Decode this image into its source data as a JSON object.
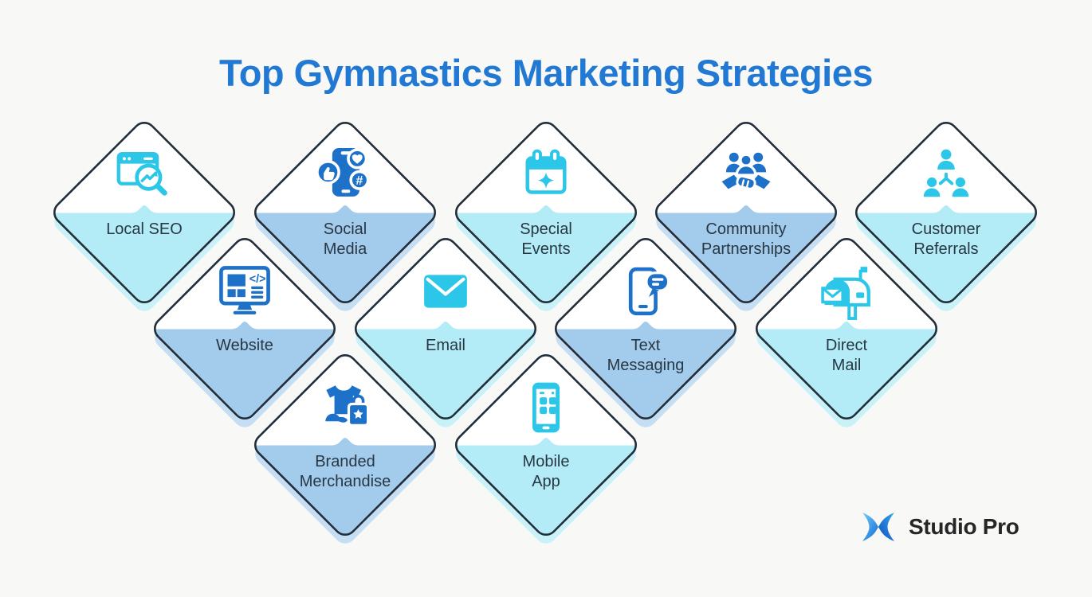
{
  "title": "Top Gymnastics Marketing Strategies",
  "brand": {
    "name": "Studio Pro"
  },
  "colors": {
    "background": "#f8f8f6",
    "title_blue": "#2279d3",
    "outline_navy": "#222e3a",
    "label_text": "#273744",
    "cyan_icon": "#2cc7e8",
    "cyan_fill": "#b3ecf6",
    "cyan_shadow": "#c9f2f8",
    "blue_icon": "#1e71c8",
    "blue_fill": "#a3cbec",
    "blue_shadow": "#c5def4"
  },
  "cards": [
    {
      "label": "Local SEO",
      "lines": [
        "Local SEO"
      ],
      "icon": "seo-search-browser-icon",
      "theme": "cyan",
      "row": 1
    },
    {
      "label": "Social Media",
      "lines": [
        "Social",
        "Media"
      ],
      "icon": "social-media-phone-icon",
      "theme": "blue",
      "row": 1
    },
    {
      "label": "Special Events",
      "lines": [
        "Special",
        "Events"
      ],
      "icon": "calendar-sparkle-icon",
      "theme": "cyan",
      "row": 1
    },
    {
      "label": "Community Partnerships",
      "lines": [
        "Community",
        "Partnerships"
      ],
      "icon": "handshake-people-icon",
      "theme": "blue",
      "row": 1
    },
    {
      "label": "Customer Referrals",
      "lines": [
        "Customer",
        "Referrals"
      ],
      "icon": "referral-network-icon",
      "theme": "cyan",
      "row": 1
    },
    {
      "label": "Website",
      "lines": [
        "Website"
      ],
      "icon": "monitor-code-icon",
      "theme": "blue",
      "row": 2
    },
    {
      "label": "Email",
      "lines": [
        "Email"
      ],
      "icon": "envelope-icon",
      "theme": "cyan",
      "row": 2
    },
    {
      "label": "Text Messaging",
      "lines": [
        "Text",
        "Messaging"
      ],
      "icon": "phone-chat-icon",
      "theme": "blue",
      "row": 2
    },
    {
      "label": "Direct Mail",
      "lines": [
        "Direct",
        "Mail"
      ],
      "icon": "mailbox-icon",
      "theme": "cyan",
      "row": 2
    },
    {
      "label": "Branded Merchandise",
      "lines": [
        "Branded",
        "Merchandise"
      ],
      "icon": "tshirt-bag-icon",
      "theme": "blue",
      "row": 3
    },
    {
      "label": "Mobile App",
      "lines": [
        "Mobile",
        "App"
      ],
      "icon": "mobile-app-icon",
      "theme": "cyan",
      "row": 3
    }
  ]
}
